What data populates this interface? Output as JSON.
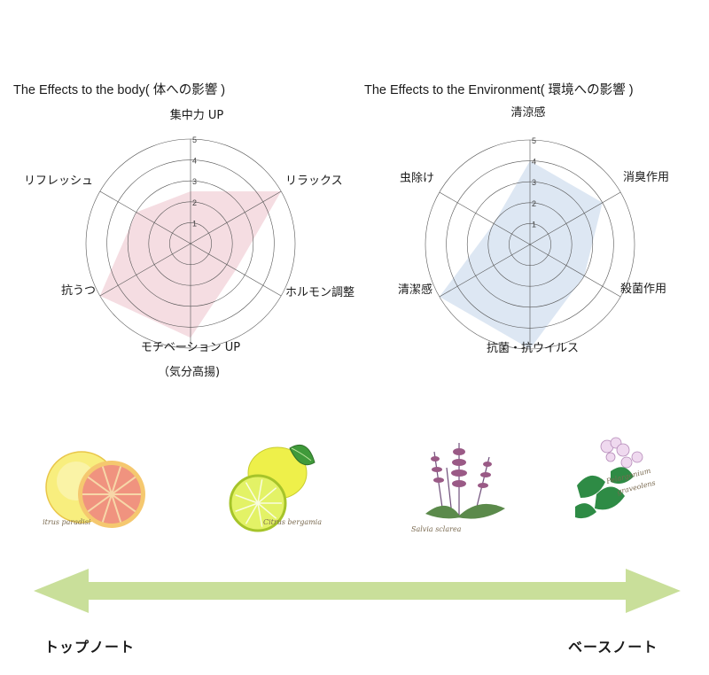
{
  "chart_data": [
    {
      "type": "radar",
      "title": "The Effects to the body( 体への影響 )",
      "axes": [
        "集中力 UP",
        "リラックス",
        "ホルモン調整",
        "モチベーション UP",
        "抗うつ",
        "リフレッシュ"
      ],
      "axis_label_extra": [
        "",
        "",
        "",
        "（気分高揚)",
        "",
        ""
      ],
      "values": [
        2.5,
        5,
        2.5,
        4.5,
        5,
        3
      ],
      "rlim": [
        0,
        5
      ],
      "rticks": [
        "1",
        "2",
        "3",
        "4",
        "5"
      ],
      "fill_color": "#f5dde2"
    },
    {
      "type": "radar",
      "title": "The Effects to the Environment( 環境への影響 )",
      "axes": [
        "清涼感",
        "消臭作用",
        "殺菌作用",
        "抗菌・抗ウイルス",
        "清潔感",
        "虫除け"
      ],
      "values": [
        4,
        4,
        3,
        5,
        5,
        2
      ],
      "rlim": [
        0,
        5
      ],
      "rticks": [
        "1",
        "2",
        "3",
        "4",
        "5"
      ],
      "fill_color": "#dde7f3"
    }
  ],
  "plants": [
    {
      "icon": "grapefruit-illustration",
      "caption": "Citrus paradisi"
    },
    {
      "icon": "bergamot-illustration",
      "caption": "Citrus bergamia"
    },
    {
      "icon": "clary-sage-illustration",
      "caption": "Salvia sclarea"
    },
    {
      "icon": "geranium-illustration",
      "caption": "Pelargonium graveolens"
    }
  ],
  "arrow": {
    "color": "#c9df9a",
    "left_label": "トップノート",
    "right_label": "ベースノート"
  }
}
